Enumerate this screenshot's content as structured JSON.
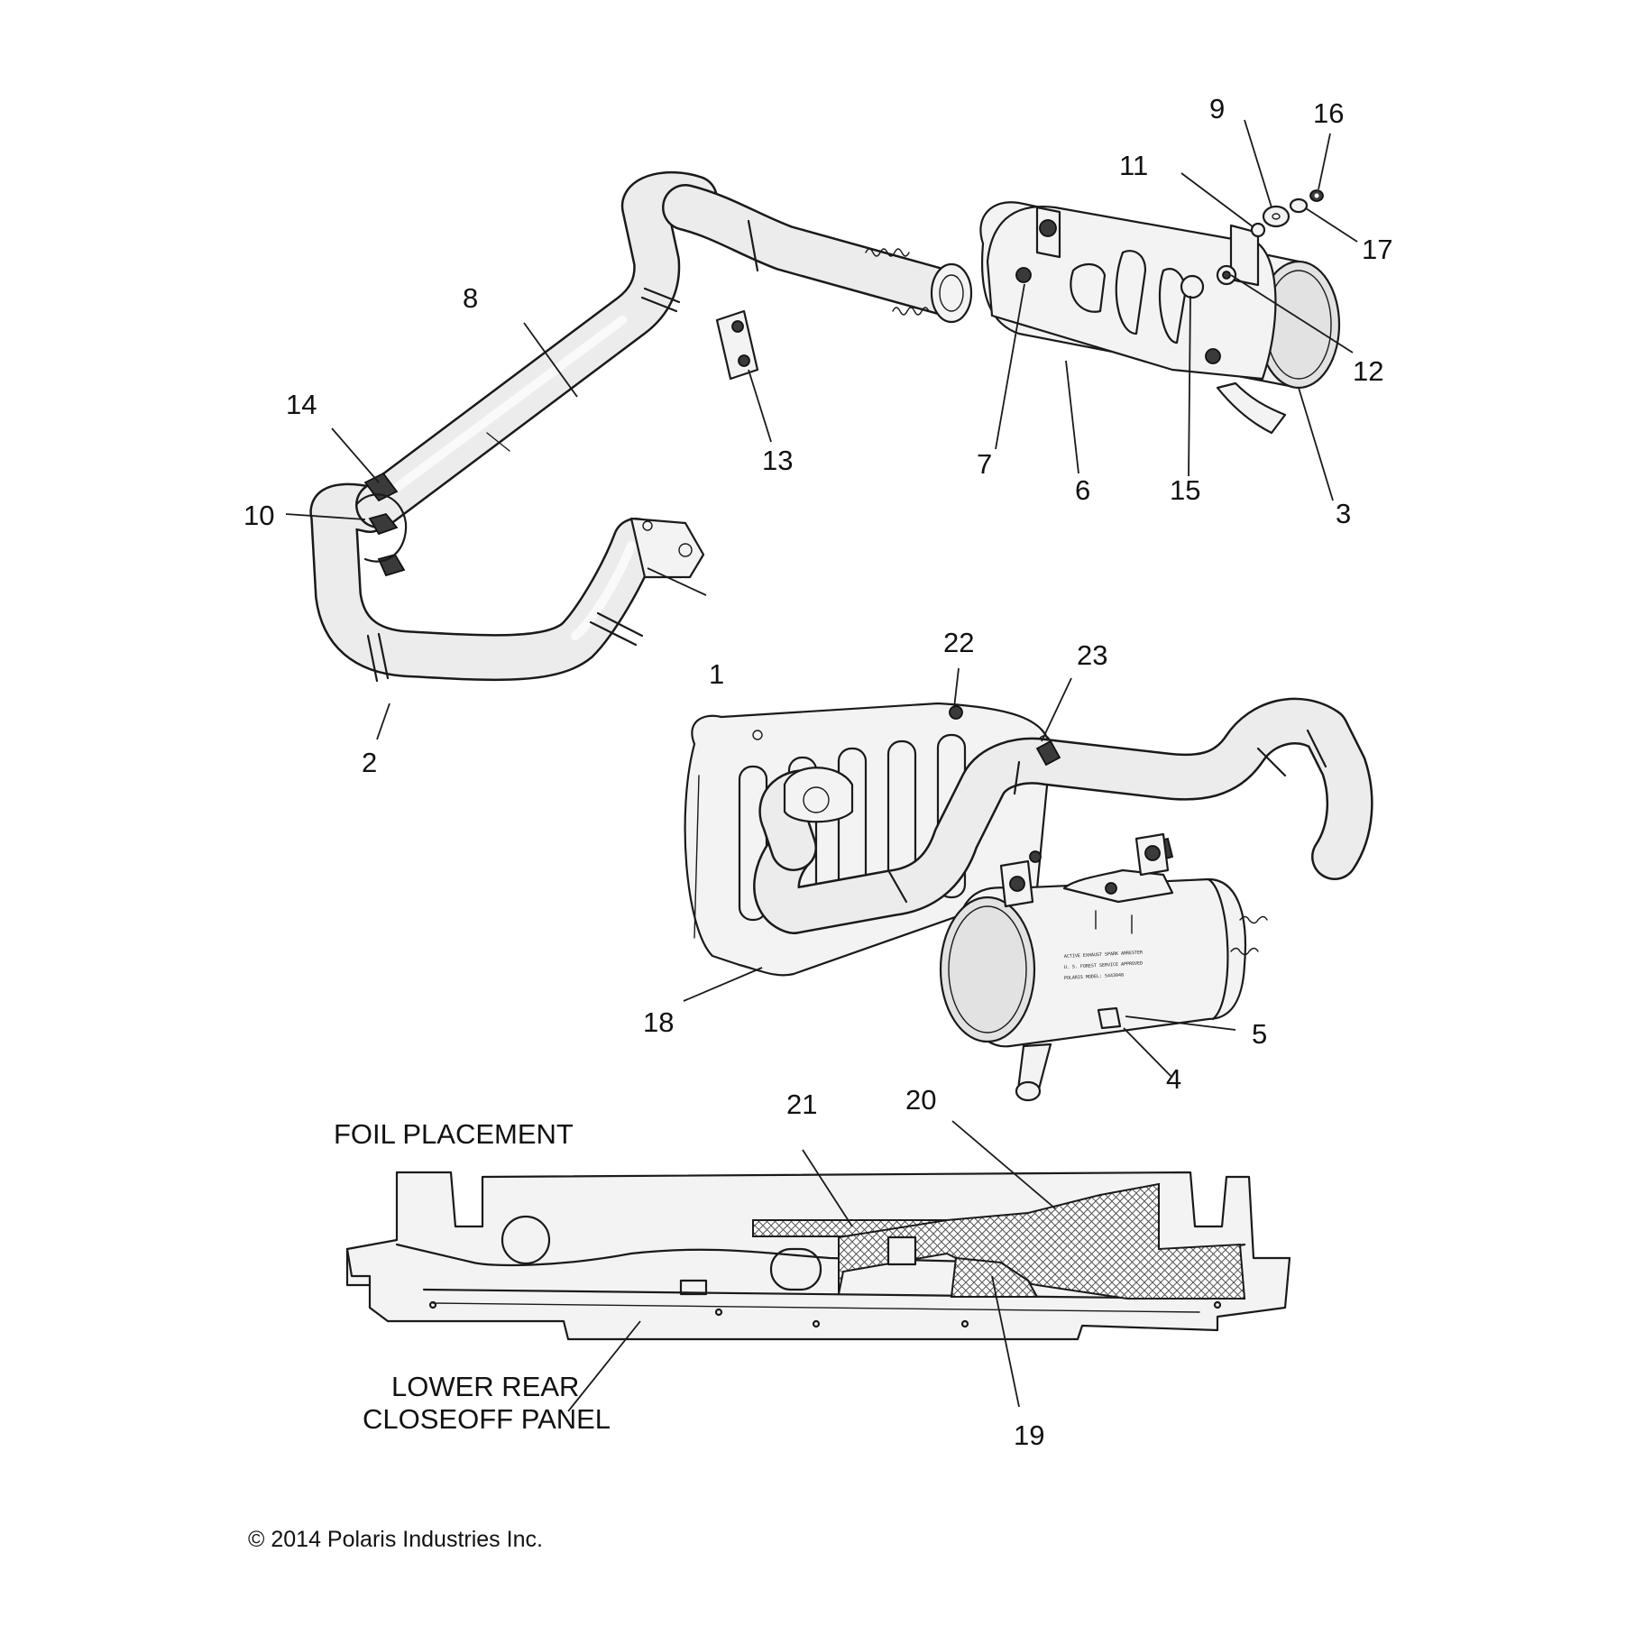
{
  "colors": {
    "line": "#1a1a1a",
    "metal": "#ececec",
    "background": "#ffffff",
    "foil_hatch": "#555555"
  },
  "callouts": [
    "1",
    "2",
    "3",
    "4",
    "5",
    "6",
    "7",
    "8",
    "9",
    "10",
    "11",
    "12",
    "13",
    "14",
    "15",
    "16",
    "17",
    "18",
    "19",
    "20",
    "21",
    "22",
    "23"
  ],
  "captions": {
    "foil_placement": "FOIL PLACEMENT",
    "panel_line1": "LOWER REAR",
    "panel_line2": "CLOSEOFF PANEL"
  },
  "muffler_stamp": [
    "ACTIVE EXHAUST SPARK ARRESTER",
    "U. S. FOREST SERVICE APPROVED",
    "POLARIS MODEL: 5443048"
  ],
  "copyright": "© 2014 Polaris Industries Inc."
}
